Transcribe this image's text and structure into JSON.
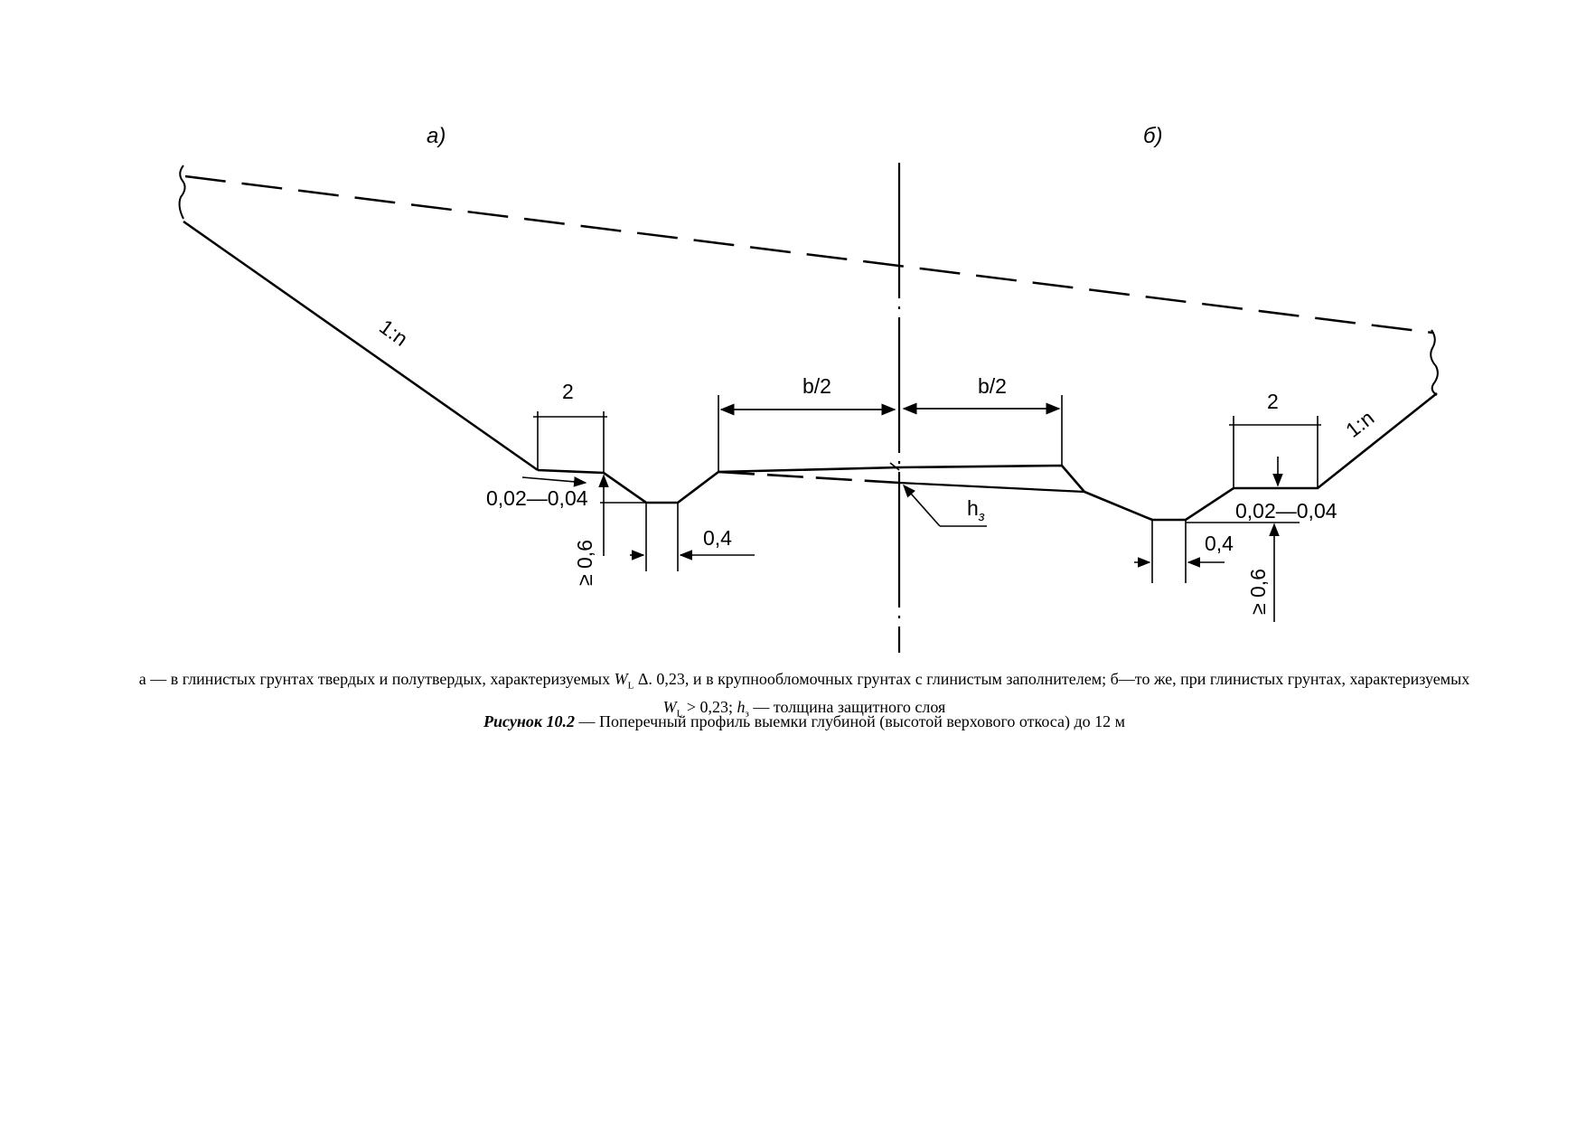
{
  "diagram": {
    "panel_a": "а)",
    "panel_b": "б)",
    "slope_left": "1:n",
    "slope_right": "1:n",
    "berm_left": "2",
    "berm_right": "2",
    "half_width_left": "b/2",
    "half_width_right": "b/2",
    "fall_left": "0,02—0,04",
    "fall_right": "0,02—0,04",
    "ditch_bottom_left": "0,4",
    "ditch_bottom_right": "0,4",
    "ditch_depth_left": "≥ 0,6",
    "ditch_depth_right": "≥ 0,6",
    "layer_symbol": "h",
    "layer_subscript": "з"
  },
  "caption": {
    "line1_a": "а — в глинистых грунтах твердых и полутвердых, характеризуемых ",
    "var1": "W",
    "var1_sub": "L",
    "line1_b": " Δ. 0,23, и в крупнообломочных грунтах с глинистым заполнителем; б—то же, при глинистых грунтах, характеризуемых ",
    "var2": "W",
    "var2_sub": "L",
    "line1_c": " > 0,23; ",
    "var3": "h",
    "var3_sub": "з",
    "line1_d": " — толщина защитного слоя",
    "figure_number": "Рисунок 10.2",
    "figure_title": " — Поперечный профиль выемки глубиной (высотой верхового откоса) до 12 м"
  }
}
